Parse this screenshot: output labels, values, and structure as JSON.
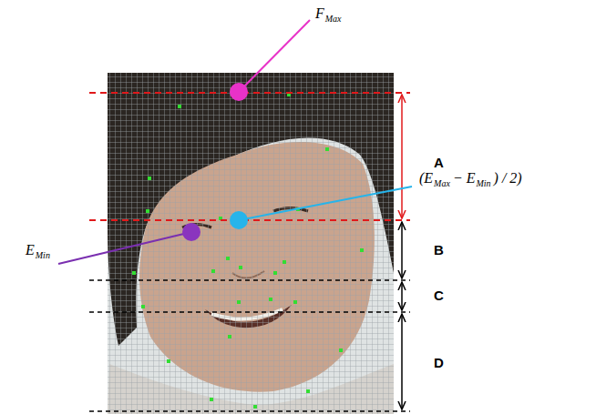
{
  "diagram": {
    "labels": [
      "F",
      "Max",
      "(E",
      "Max",
      "− E",
      "Min",
      ") / 2)",
      "E",
      "Min",
      "A",
      "B",
      "C",
      "D"
    ]
  }
}
